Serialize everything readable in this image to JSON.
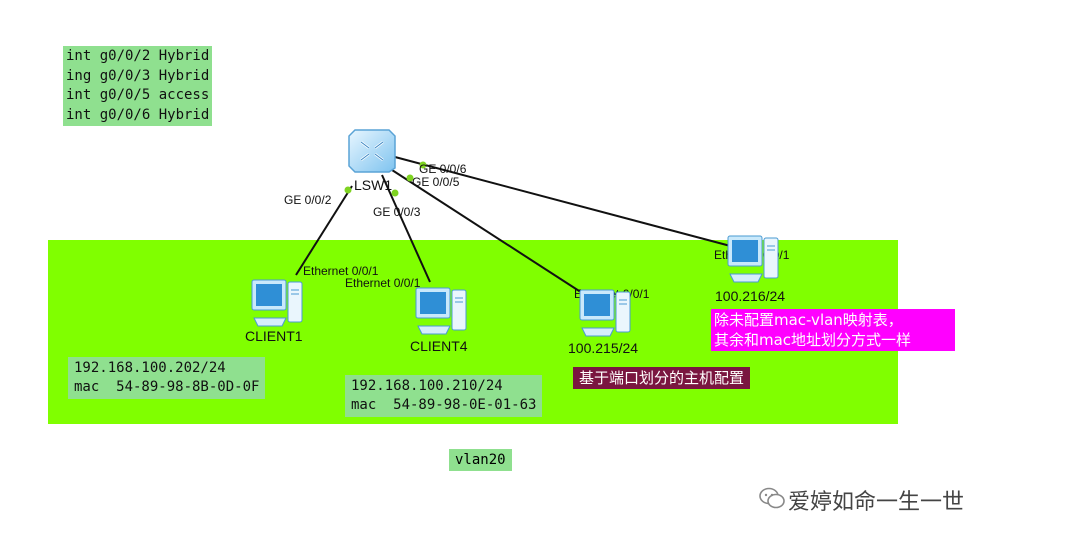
{
  "config_lines": [
    "int g0/0/2 Hybrid",
    "ing g0/0/3 Hybrid",
    "int g0/0/5 access",
    "int g0/0/6 Hybrid"
  ],
  "switch": {
    "name": "LSW1"
  },
  "ports": {
    "ge002": "GE 0/0/2",
    "ge003": "GE 0/0/3",
    "ge005": "GE 0/0/5",
    "ge006": "GE 0/0/6"
  },
  "hosts": [
    {
      "name": "CLIENT1",
      "eth": "Ethernet 0/0/1",
      "ip": "192.168.100.202/24",
      "mac": "mac  54-89-98-8B-0D-0F"
    },
    {
      "name": "CLIENT4",
      "eth": "Ethernet 0/0/1",
      "ip": "192.168.100.210/24",
      "mac": "mac  54-89-98-0E-01-63"
    },
    {
      "name": "",
      "eth": "Ethernet 0/0/1",
      "ip": "100.215/24"
    },
    {
      "name": "",
      "eth": "Ethernet 0/0/1",
      "ip": "100.216/24"
    }
  ],
  "notes": {
    "pink_line1": "除未配置mac-vlan映射表，",
    "pink_line2": "其余和mac地址划分方式一样",
    "port_based": "基于端口划分的主机配置"
  },
  "vlan_label": "vlan20",
  "watermark": "爱婷如命一生一世",
  "colors": {
    "zone": "#80ff00",
    "label_bg": "#8fe08f",
    "pink": "#ff00ff",
    "maroon": "#7a1640",
    "link_dot": "#7ed321"
  }
}
